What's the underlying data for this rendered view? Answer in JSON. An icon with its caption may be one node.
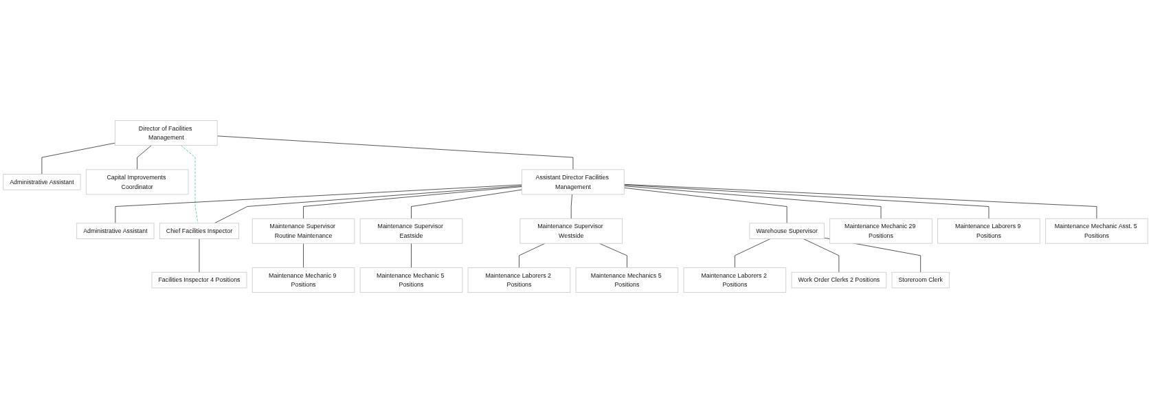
{
  "diagram": {
    "nodes": [
      {
        "text": [
          "Director of Facilities Management"
        ]
      },
      {
        "text": [
          "Administrative Assistant"
        ]
      },
      {
        "text": [
          "Capital Improvements Coordinator"
        ]
      },
      {
        "text": [
          "Assistant Director Facilities Management"
        ]
      },
      {
        "text": [
          "Administrative Assistant"
        ]
      },
      {
        "text": [
          "Warehouse Supervisor"
        ]
      },
      {
        "text": [
          "Storeroom Clerk"
        ]
      },
      {
        "text": [
          "Work Order Clerks 2 Positions"
        ]
      },
      {
        "text": [
          "Maintenance Laborers 2 Positions"
        ]
      },
      {
        "text": [
          "Maintenance Supervisor Westside"
        ]
      },
      {
        "text": [
          "Maintenance Mechanics 5 Positions"
        ]
      },
      {
        "text": [
          "Maintenance Laborers 2 Positions"
        ]
      },
      {
        "text": [
          "Maintenance Supervisor Eastside"
        ]
      },
      {
        "text": [
          "Maintenance Mechanic 5 Positions"
        ]
      },
      {
        "text": [
          "Maintenance Supervisor Routine Maintenance"
        ]
      },
      {
        "text": [
          "Maintenance Mechanic 9 Positions"
        ]
      },
      {
        "text": [
          "Chief Facilities Inspector"
        ]
      },
      {
        "text": [
          "Facilities Inspector 4 Positions"
        ]
      },
      {
        "text": [
          "Maintenance Mechanic 29 Positions"
        ]
      },
      {
        "text": [
          "Maintenance Laborers 9 Positions"
        ]
      },
      {
        "text": [
          "Maintenance Mechanic Asst. 5 Positions"
        ]
      }
    ],
    "edges": [
      {
        "from": 0,
        "to": 1,
        "arrow": "none"
      },
      {
        "from": 0,
        "to": 2,
        "arrow": "none"
      },
      {
        "from": 0,
        "to": 3,
        "arrow": "none"
      },
      {
        "from": 0,
        "to": 16,
        "arrow": "none",
        "style": "dashed",
        "color": "#33cc99"
      },
      {
        "from": 3,
        "to": 4,
        "arrow": "none"
      },
      {
        "from": 3,
        "to": 5,
        "arrow": "none"
      },
      {
        "from": 3,
        "to": 9,
        "arrow": "none"
      },
      {
        "from": 3,
        "to": 12,
        "arrow": "none"
      },
      {
        "from": 3,
        "to": 14,
        "arrow": "none"
      },
      {
        "from": 3,
        "to": 16,
        "arrow": "none"
      },
      {
        "from": 3,
        "to": 18,
        "arrow": "none"
      },
      {
        "from": 3,
        "to": 19,
        "arrow": "none"
      },
      {
        "from": 3,
        "to": 20,
        "arrow": "none"
      },
      {
        "from": 5,
        "to": 6,
        "arrow": "none"
      },
      {
        "from": 5,
        "to": 7,
        "arrow": "none"
      },
      {
        "from": 5,
        "to": 8,
        "arrow": "none"
      },
      {
        "from": 9,
        "to": 10,
        "arrow": "none"
      },
      {
        "from": 9,
        "to": 11,
        "arrow": "none"
      },
      {
        "from": 12,
        "to": 13,
        "arrow": "none"
      },
      {
        "from": 14,
        "to": 15,
        "arrow": "none"
      },
      {
        "from": 16,
        "to": 17,
        "arrow": "none"
      }
    ]
  }
}
